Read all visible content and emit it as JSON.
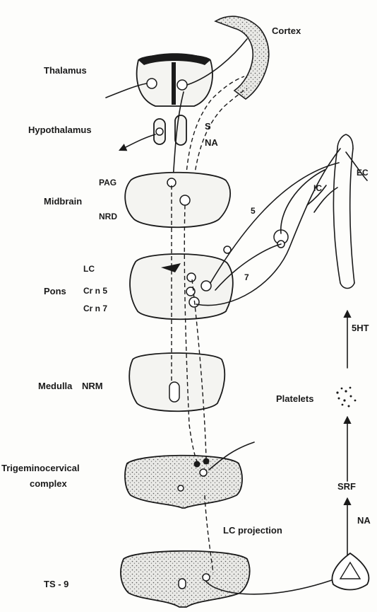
{
  "labels": {
    "cortex": "Cortex",
    "thalamus": "Thalamus",
    "hypothalamus": "Hypothalamus",
    "s": "S",
    "na_upper": "NA",
    "pag": "PAG",
    "midbrain": "Midbrain",
    "nrd": "NRD",
    "lc": "LC",
    "pons": "Pons",
    "crn5": "Cr n 5",
    "crn7": "Cr n 7",
    "medulla": "Medulla",
    "nrm": "NRM",
    "trigemino_line1": "Trigeminocervical",
    "trigemino_line2": "complex",
    "ts9": "TS - 9",
    "lc_projection": "LC projection",
    "ec": "EC",
    "ic": "IC",
    "five": "5",
    "seven": "7",
    "five_ht": "5HT",
    "platelets": "Platelets",
    "srf": "SRF",
    "na_lower": "NA"
  }
}
